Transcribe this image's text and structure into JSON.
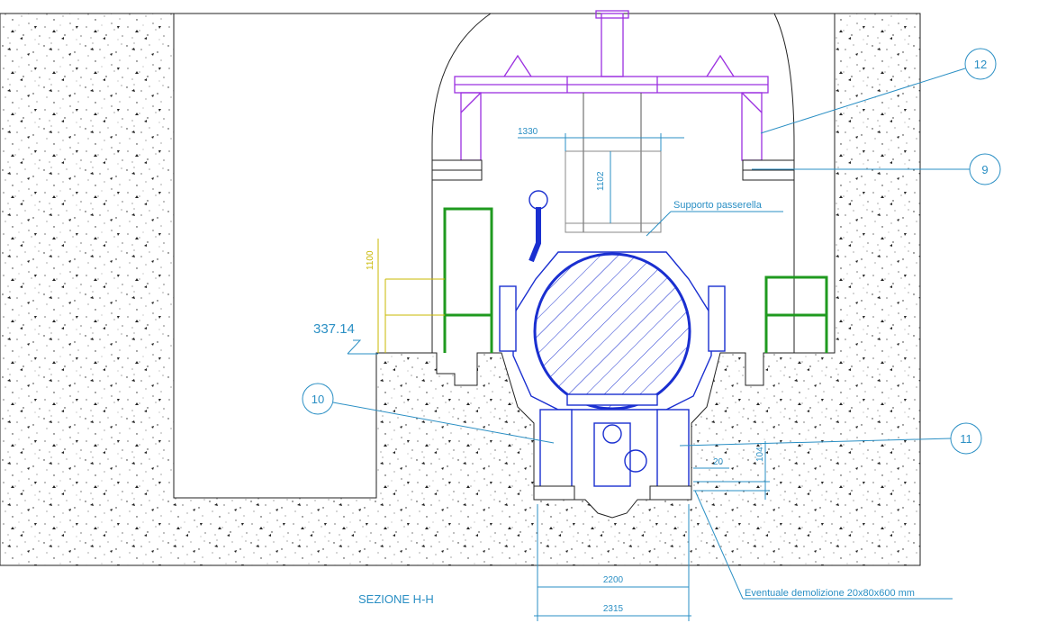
{
  "drawing": {
    "section_title": "SEZIONE H-H",
    "level": "337.14",
    "callouts": [
      "12",
      "9",
      "10",
      "11"
    ],
    "dimensions": {
      "width_top": "1330",
      "height_top": "1102",
      "railing_height": "1100",
      "small_offset": "20",
      "small_height": "104",
      "width_inner": "2200",
      "width_outer": "2315"
    },
    "annotations": {
      "walkway_support": "Supporto passerella",
      "demolition_note": "Eventuale demolizione 20x80x600 mm"
    },
    "colors": {
      "dimension": "#2a8fc4",
      "valve": "#1a2fd0",
      "crane_frame": "#9b30e0",
      "railing": "#1f9a1f",
      "yellow_dimension": "#c9b800",
      "outline": "#222222"
    }
  }
}
